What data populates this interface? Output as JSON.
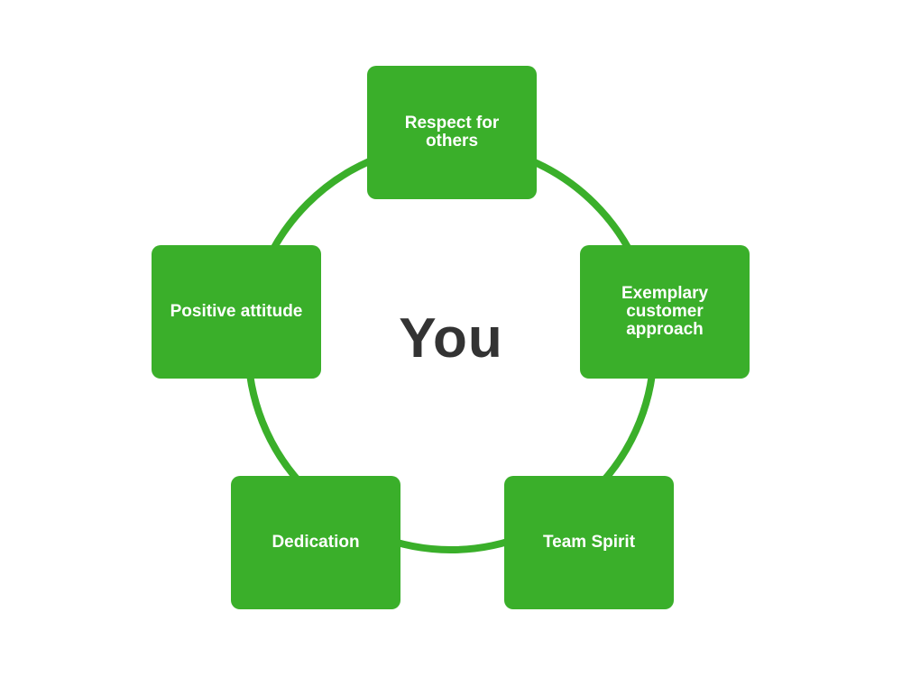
{
  "colors": {
    "node_fill": "#3aaf2a",
    "ring_stroke": "#3aaf2a",
    "center_text": "#333333",
    "node_text": "#ffffff",
    "background": "#ffffff"
  },
  "center": {
    "label": "You"
  },
  "nodes": [
    {
      "id": "respect",
      "label": "Respect for others"
    },
    {
      "id": "exemplary",
      "label": "Exemplary customer approach"
    },
    {
      "id": "team",
      "label": "Team Spirit"
    },
    {
      "id": "dedication",
      "label": "Dedication"
    },
    {
      "id": "positive",
      "label": "Positive attitude"
    }
  ]
}
